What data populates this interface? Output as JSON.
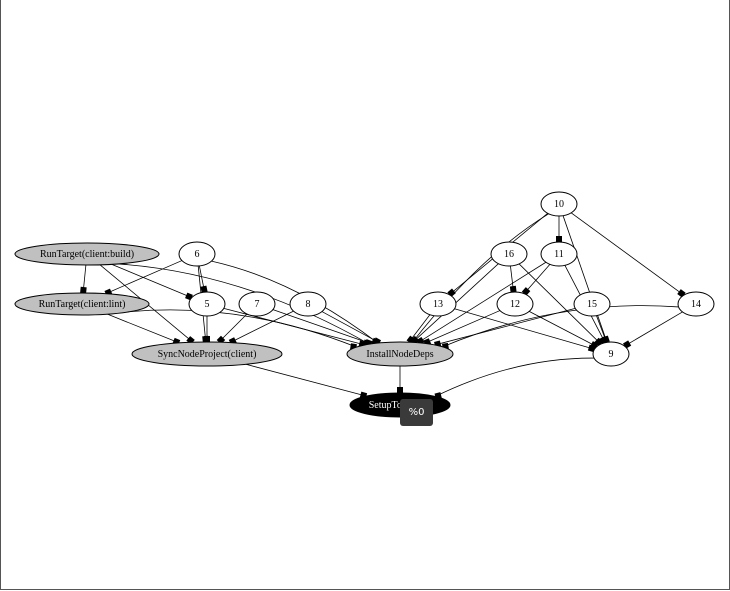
{
  "graph": {
    "nodes": [
      {
        "id": "run_build",
        "label": "RunTarget(client:build)"
      },
      {
        "id": "run_lint",
        "label": "RunTarget(client:lint)"
      },
      {
        "id": "sync",
        "label": "SyncNodeProject(client)"
      },
      {
        "id": "install",
        "label": "InstallNodeDeps"
      },
      {
        "id": "setup",
        "label": "SetupToolchain"
      },
      {
        "id": "n5",
        "label": "5"
      },
      {
        "id": "n6",
        "label": "6"
      },
      {
        "id": "n7",
        "label": "7"
      },
      {
        "id": "n8",
        "label": "8"
      },
      {
        "id": "n9",
        "label": "9"
      },
      {
        "id": "n10",
        "label": "10"
      },
      {
        "id": "n11",
        "label": "11"
      },
      {
        "id": "n12",
        "label": "12"
      },
      {
        "id": "n13",
        "label": "13"
      },
      {
        "id": "n14",
        "label": "14"
      },
      {
        "id": "n15",
        "label": "15"
      },
      {
        "id": "n16",
        "label": "16"
      }
    ],
    "edges": [
      [
        "run_build",
        "run_lint"
      ],
      [
        "run_build",
        "sync"
      ],
      [
        "run_build",
        "install"
      ],
      [
        "run_build",
        "n5"
      ],
      [
        "run_lint",
        "sync"
      ],
      [
        "run_lint",
        "install"
      ],
      [
        "n6",
        "run_lint"
      ],
      [
        "n6",
        "n5"
      ],
      [
        "n6",
        "sync"
      ],
      [
        "n6",
        "install"
      ],
      [
        "n5",
        "sync"
      ],
      [
        "n5",
        "install"
      ],
      [
        "n7",
        "sync"
      ],
      [
        "n7",
        "install"
      ],
      [
        "n8",
        "sync"
      ],
      [
        "n8",
        "install"
      ],
      [
        "sync",
        "setup"
      ],
      [
        "install",
        "setup"
      ],
      [
        "n9",
        "setup"
      ],
      [
        "n10",
        "n11"
      ],
      [
        "n10",
        "n13"
      ],
      [
        "n10",
        "n14"
      ],
      [
        "n10",
        "install"
      ],
      [
        "n10",
        "n9"
      ],
      [
        "n11",
        "n12"
      ],
      [
        "n11",
        "install"
      ],
      [
        "n11",
        "n9"
      ],
      [
        "n16",
        "n12"
      ],
      [
        "n16",
        "install"
      ],
      [
        "n16",
        "n9"
      ],
      [
        "n13",
        "install"
      ],
      [
        "n13",
        "n9"
      ],
      [
        "n12",
        "install"
      ],
      [
        "n12",
        "n9"
      ],
      [
        "n15",
        "install"
      ],
      [
        "n15",
        "n9"
      ],
      [
        "n14",
        "install"
      ],
      [
        "n14",
        "n9"
      ]
    ]
  },
  "tooltip": {
    "text": "%0"
  }
}
